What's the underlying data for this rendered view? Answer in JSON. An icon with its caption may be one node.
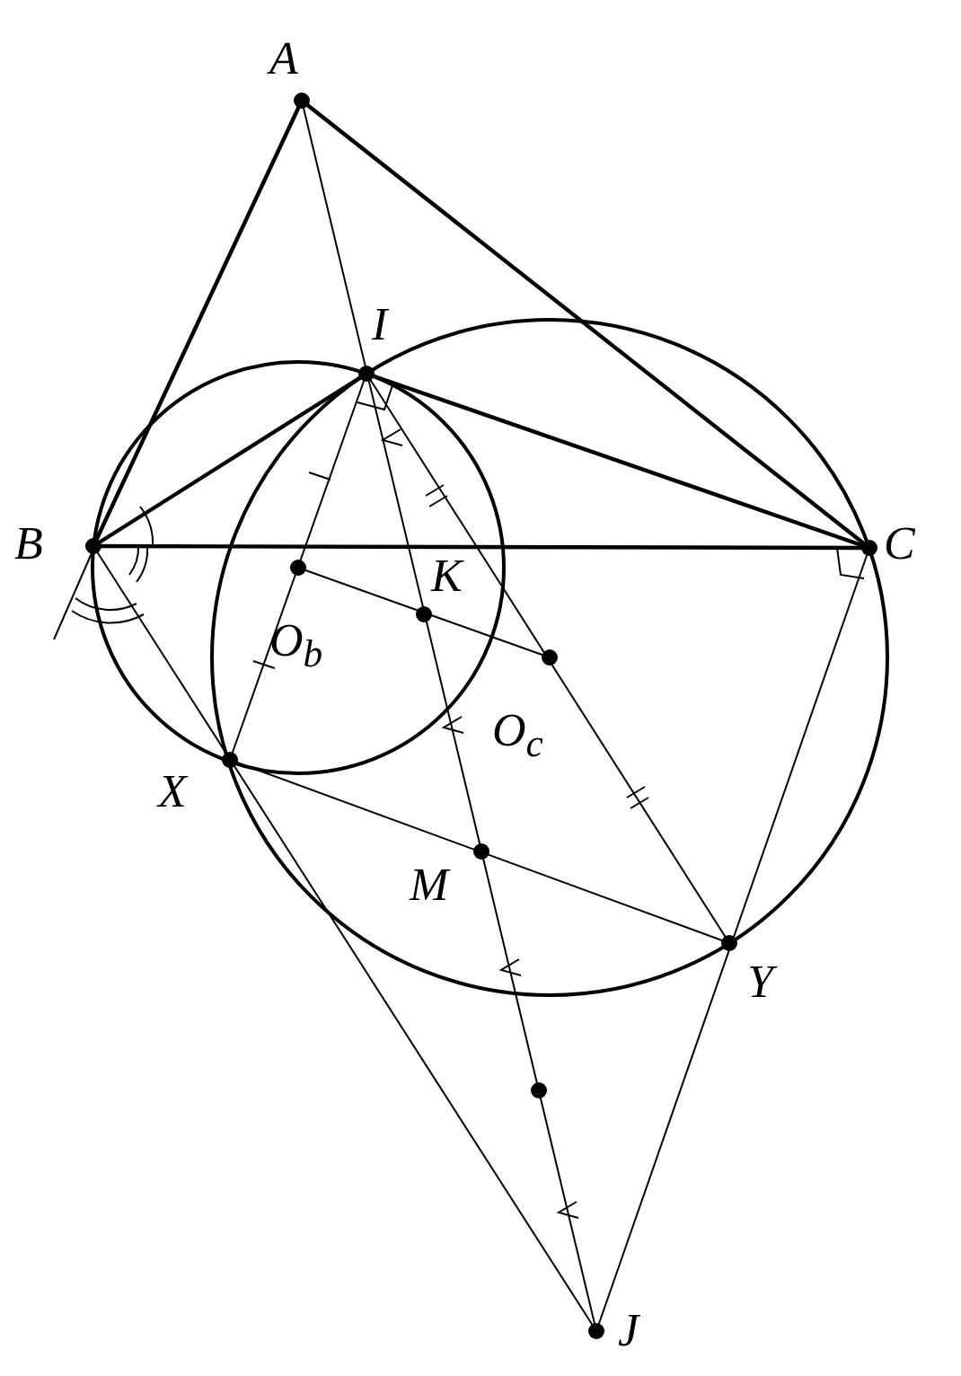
{
  "diagram": {
    "labels": [
      "A",
      "I",
      "B",
      "C",
      "K",
      "O$_{b}$",
      "O$_{c}$",
      "X",
      "M",
      "Y",
      "J"
    ]
  }
}
